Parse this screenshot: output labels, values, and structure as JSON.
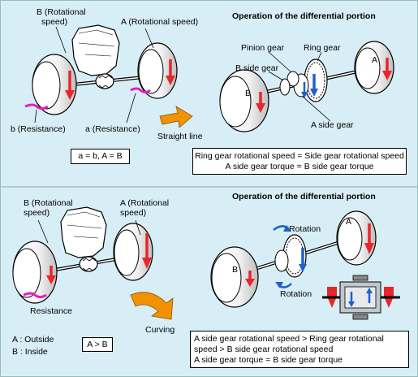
{
  "top": {
    "label_b_speed_1": "B (Rotational",
    "label_b_speed_2": "speed)",
    "label_a_speed": "A (Rotational speed)",
    "label_b_resistance": "b (Resistance)",
    "label_a_resistance": "a (Resistance)",
    "straight_line": "Straight line",
    "equation": "a = b, A = B",
    "diff_title": "Operation of the differential portion",
    "pinion_gear": "Pinion gear",
    "ring_gear": "Ring gear",
    "b_side_gear": "B side gear",
    "a_side_gear": "A side gear",
    "wheel_a": "A",
    "wheel_b": "B",
    "result_line1": "Ring gear rotational speed = Side gear rotational speed",
    "result_line2": "A side gear torque = B side gear torque"
  },
  "bottom": {
    "label_b_speed_1": "B (Rotational",
    "label_b_speed_2": "speed)",
    "label_a_speed_1": "A (Rotational",
    "label_a_speed_2": "speed)",
    "resistance": "Resistance",
    "curving": "Curving",
    "legend_a": "A : Outside",
    "legend_b": "B : Inside",
    "compare": "A > B",
    "diff_title": "Operation of the differential portion",
    "rotation_top": "Rotation",
    "rotation_bottom": "Rotation",
    "wheel_a": "A",
    "wheel_b": "B",
    "result_line1": "A side gear rotational speed > Ring gear rotational",
    "result_line2": "speed > B side gear rotational speed",
    "result_line3": "A side gear torque = B side gear torque"
  },
  "colors": {
    "background": "#d8eef6",
    "arrow_red": "#e8262a",
    "arrow_orange": "#f39200",
    "arrow_blue": "#1f5fd0",
    "resistance_magenta": "#e020c0"
  }
}
